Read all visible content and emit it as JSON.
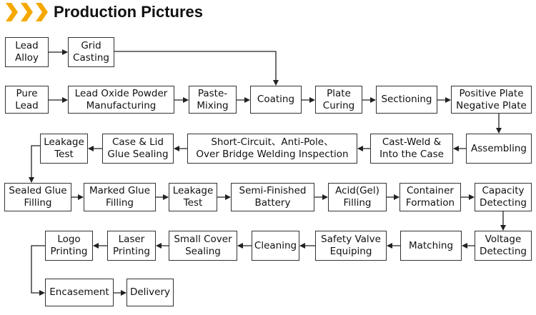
{
  "header": {
    "title": "Production Pictures",
    "chevron_color": "#f5a800"
  },
  "nodes": [
    {
      "id": "lead-alloy",
      "label": "Lead\nAlloy"
    },
    {
      "id": "grid-casting",
      "label": "Grid\nCasting"
    },
    {
      "id": "pure-lead",
      "label": "Pure\nLead"
    },
    {
      "id": "lead-oxide",
      "label": "Lead Oxide Powder\nManufacturing"
    },
    {
      "id": "paste-mixing",
      "label": "Paste-\nMixing"
    },
    {
      "id": "coating",
      "label": "Coating"
    },
    {
      "id": "plate-curing",
      "label": "Plate\nCuring"
    },
    {
      "id": "sectioning",
      "label": "Sectioning"
    },
    {
      "id": "pos-neg-plate",
      "label": "Positive Plate\nNegative Plate"
    },
    {
      "id": "leakage-test-1",
      "label": "Leakage\nTest"
    },
    {
      "id": "case-lid-glue",
      "label": "Case & Lid\nGlue Sealing"
    },
    {
      "id": "short-circuit",
      "label": "Short-Circuit、Anti-Pole、\nOver Bridge Welding Inspection"
    },
    {
      "id": "cast-weld",
      "label": "Cast-Weld &\nInto the Case"
    },
    {
      "id": "assembling",
      "label": "Assembling"
    },
    {
      "id": "sealed-glue",
      "label": "Sealed Glue\nFilling"
    },
    {
      "id": "marked-glue",
      "label": "Marked Glue\nFilling"
    },
    {
      "id": "leakage-test-2",
      "label": "Leakage\nTest"
    },
    {
      "id": "semi-finished",
      "label": "Semi-Finished\nBattery"
    },
    {
      "id": "acid-filling",
      "label": "Acid(Gel)\nFilling"
    },
    {
      "id": "container-formation",
      "label": "Container\nFormation"
    },
    {
      "id": "capacity-detecting",
      "label": "Capacity\nDetecting"
    },
    {
      "id": "logo-printing",
      "label": "Logo\nPrinting"
    },
    {
      "id": "laser-printing",
      "label": "Laser\nPrinting"
    },
    {
      "id": "small-cover",
      "label": "Small Cover\nSealing"
    },
    {
      "id": "cleaning",
      "label": "Cleaning"
    },
    {
      "id": "safety-valve",
      "label": "Safety Valve\nEquiping"
    },
    {
      "id": "matching",
      "label": "Matching"
    },
    {
      "id": "voltage-detecting",
      "label": "Voltage\nDetecting"
    },
    {
      "id": "encasement",
      "label": "Encasement"
    },
    {
      "id": "delivery",
      "label": "Delivery"
    }
  ],
  "edges": [
    [
      "lead-alloy",
      "grid-casting"
    ],
    [
      "grid-casting",
      "coating"
    ],
    [
      "pure-lead",
      "lead-oxide"
    ],
    [
      "lead-oxide",
      "paste-mixing"
    ],
    [
      "paste-mixing",
      "coating"
    ],
    [
      "coating",
      "plate-curing"
    ],
    [
      "plate-curing",
      "sectioning"
    ],
    [
      "sectioning",
      "pos-neg-plate"
    ],
    [
      "pos-neg-plate",
      "assembling"
    ],
    [
      "assembling",
      "cast-weld"
    ],
    [
      "cast-weld",
      "short-circuit"
    ],
    [
      "short-circuit",
      "case-lid-glue"
    ],
    [
      "case-lid-glue",
      "leakage-test-1"
    ],
    [
      "leakage-test-1",
      "sealed-glue"
    ],
    [
      "sealed-glue",
      "marked-glue"
    ],
    [
      "marked-glue",
      "leakage-test-2"
    ],
    [
      "leakage-test-2",
      "semi-finished"
    ],
    [
      "semi-finished",
      "acid-filling"
    ],
    [
      "acid-filling",
      "container-formation"
    ],
    [
      "container-formation",
      "capacity-detecting"
    ],
    [
      "capacity-detecting",
      "voltage-detecting"
    ],
    [
      "voltage-detecting",
      "matching"
    ],
    [
      "matching",
      "safety-valve"
    ],
    [
      "safety-valve",
      "cleaning"
    ],
    [
      "cleaning",
      "small-cover"
    ],
    [
      "small-cover",
      "laser-printing"
    ],
    [
      "laser-printing",
      "logo-printing"
    ],
    [
      "logo-printing",
      "encasement"
    ],
    [
      "encasement",
      "delivery"
    ]
  ]
}
